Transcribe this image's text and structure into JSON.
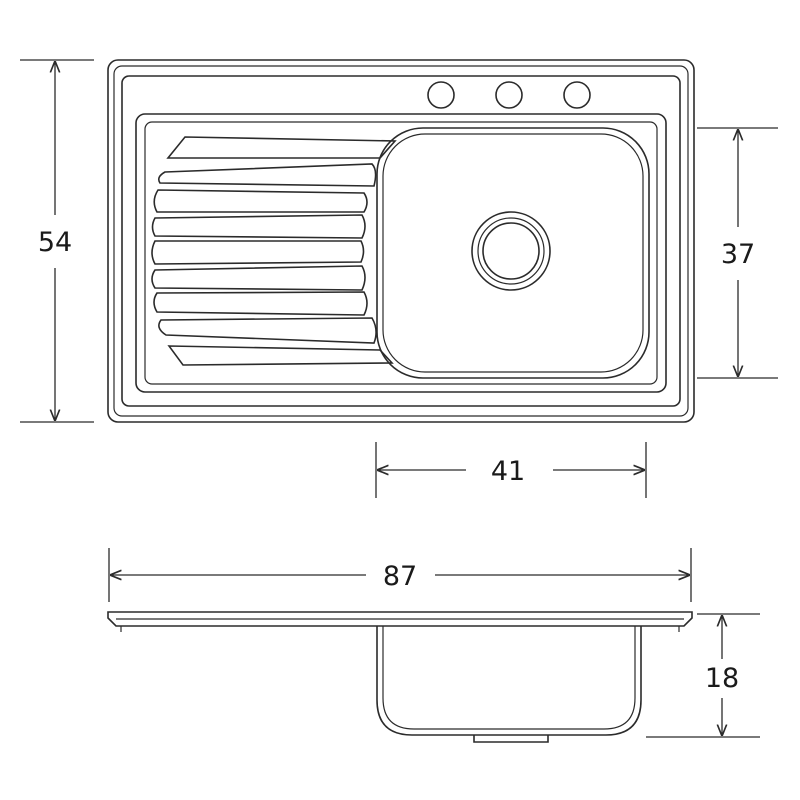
{
  "dimensions": {
    "overall_height": "54",
    "bowl_height": "37",
    "bowl_width": "41",
    "overall_width": "87",
    "bowl_depth": "18"
  },
  "colors": {
    "line": "#2b2b2b",
    "background": "#ffffff"
  }
}
